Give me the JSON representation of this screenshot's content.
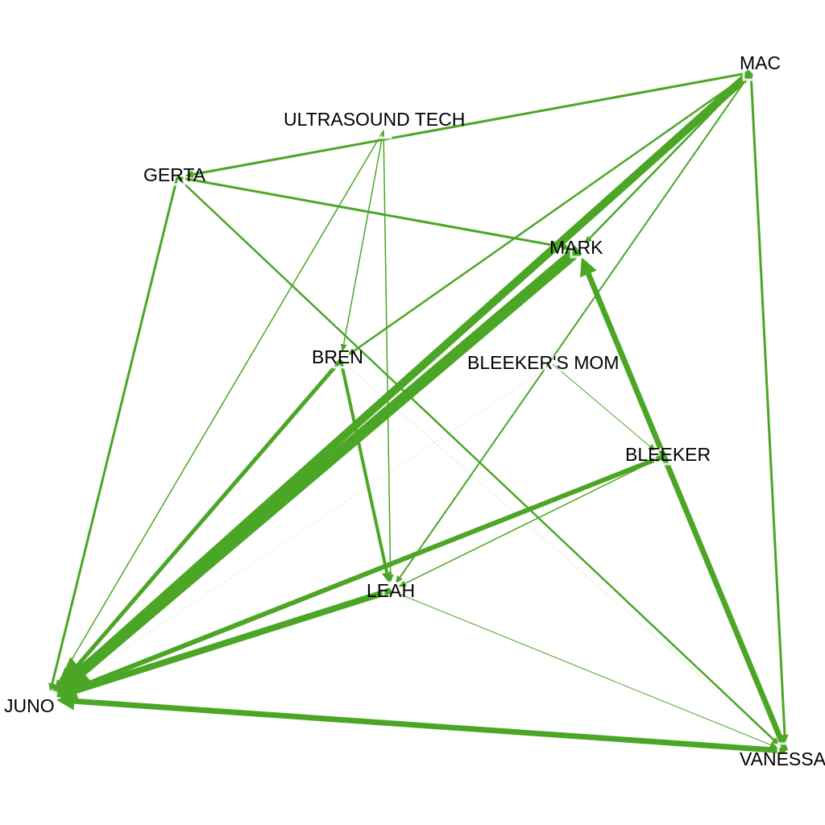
{
  "diagram": {
    "type": "directed-network",
    "edge_color": "#4ca626",
    "background": "#ffffff",
    "nodes": [
      {
        "id": "MAC",
        "label": "MAC"
      },
      {
        "id": "ULTRASOUND TECH",
        "label": "ULTRASOUND TECH"
      },
      {
        "id": "GERTA",
        "label": "GERTA"
      },
      {
        "id": "MARK",
        "label": "MARK"
      },
      {
        "id": "BREN",
        "label": "BREN"
      },
      {
        "id": "BLEEKER'S MOM",
        "label": "BLEEKER'S MOM"
      },
      {
        "id": "BLEEKER",
        "label": "BLEEKER"
      },
      {
        "id": "LEAH",
        "label": "LEAH"
      },
      {
        "id": "JUNO",
        "label": "JUNO"
      },
      {
        "id": "VANESSA",
        "label": "VANESSA"
      }
    ],
    "edges": [
      {
        "source": "MAC",
        "target": "JUNO",
        "weight": 10
      },
      {
        "source": "MARK",
        "target": "JUNO",
        "weight": 14
      },
      {
        "source": "VANESSA",
        "target": "MARK",
        "weight": 7
      },
      {
        "source": "VANESSA",
        "target": "JUNO",
        "weight": 7
      },
      {
        "source": "LEAH",
        "target": "JUNO",
        "weight": 8
      },
      {
        "source": "BLEEKER",
        "target": "JUNO",
        "weight": 6
      },
      {
        "source": "BREN",
        "target": "JUNO",
        "weight": 5
      },
      {
        "source": "GERTA",
        "target": "JUNO",
        "weight": 3
      },
      {
        "source": "MAC",
        "target": "VANESSA",
        "weight": 3
      },
      {
        "source": "MAC",
        "target": "GERTA",
        "weight": 3
      },
      {
        "source": "MAC",
        "target": "BREN",
        "weight": 2.5
      },
      {
        "source": "MAC",
        "target": "MARK",
        "weight": 2.5
      },
      {
        "source": "MAC",
        "target": "LEAH",
        "weight": 2
      },
      {
        "source": "GERTA",
        "target": "MARK",
        "weight": 3
      },
      {
        "source": "GERTA",
        "target": "VANESSA",
        "weight": 2.5
      },
      {
        "source": "ULTRASOUND TECH",
        "target": "JUNO",
        "weight": 1.5
      },
      {
        "source": "ULTRASOUND TECH",
        "target": "BREN",
        "weight": 1.5
      },
      {
        "source": "ULTRASOUND TECH",
        "target": "LEAH",
        "weight": 1.5
      },
      {
        "source": "BREN",
        "target": "LEAH",
        "weight": 4
      },
      {
        "source": "BREN",
        "target": "VANESSA",
        "weight": 0.5
      },
      {
        "source": "BLEEKER",
        "target": "LEAH",
        "weight": 1.5
      },
      {
        "source": "LEAH",
        "target": "VANESSA",
        "weight": 1
      },
      {
        "source": "BLEEKER'S MOM",
        "target": "BLEEKER",
        "weight": 1
      },
      {
        "source": "BLEEKER'S MOM",
        "target": "JUNO",
        "weight": 0.4
      }
    ]
  }
}
